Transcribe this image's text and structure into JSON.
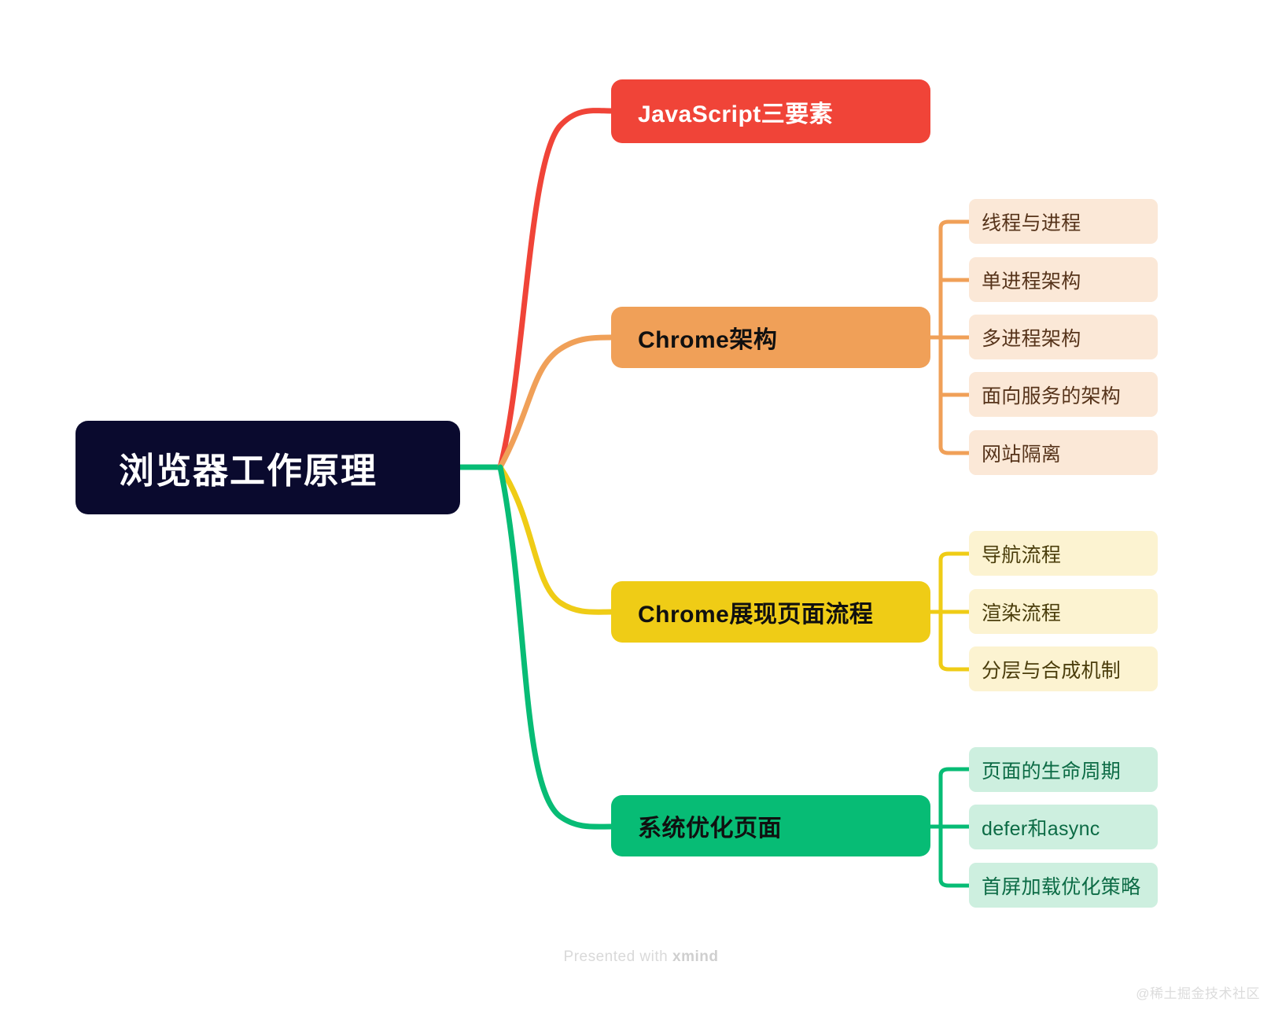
{
  "root": {
    "label": "浏览器工作原理",
    "color": "#0A0A2E",
    "text_color": "#FFFFFF"
  },
  "branches": [
    {
      "id": "javascript",
      "label": "JavaScript三要素",
      "color": "#F04438",
      "leaf_color": "#FBE8D7",
      "children": []
    },
    {
      "id": "chrome-architecture",
      "label": "Chrome架构",
      "color": "#F0A058",
      "leaf_color": "#FBE8D7",
      "children": [
        {
          "label": "线程与进程"
        },
        {
          "label": "单进程架构"
        },
        {
          "label": "多进程架构"
        },
        {
          "label": "面向服务的架构"
        },
        {
          "label": "网站隔离"
        }
      ]
    },
    {
      "id": "chrome-page-flow",
      "label": "Chrome展现页面流程",
      "color": "#EFCC16",
      "leaf_color": "#FCF3D1",
      "children": [
        {
          "label": "导航流程"
        },
        {
          "label": "渲染流程"
        },
        {
          "label": "分层与合成机制"
        }
      ]
    },
    {
      "id": "system-optimization",
      "label": "系统优化页面",
      "color": "#07BC75",
      "leaf_color": "#CDEFDF",
      "children": [
        {
          "label": "页面的生命周期"
        },
        {
          "label": "defer和async"
        },
        {
          "label": "首屏加载优化策略"
        }
      ]
    }
  ],
  "footer": {
    "credit_prefix": "Presented with ",
    "credit_brand": "xmind",
    "watermark": "@稀土掘金技术社区"
  }
}
